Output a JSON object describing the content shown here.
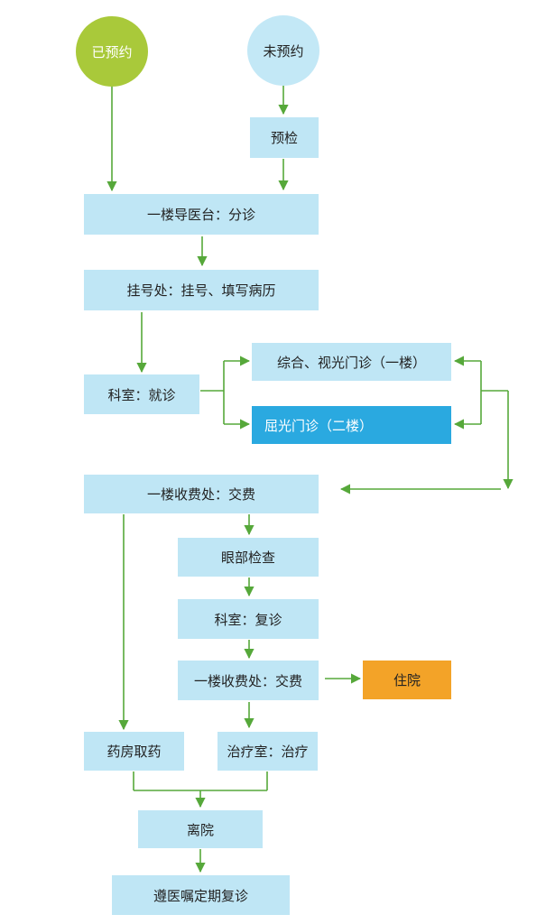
{
  "nodes": {
    "booked": "已预约",
    "not_booked": "未预约",
    "precheck": "预检",
    "guide_desk": "一楼导医台：分诊",
    "registration": "挂号处：挂号、填写病历",
    "department_visit": "科室：就诊",
    "general_clinic": "综合、视光门诊（一楼）",
    "refraction_clinic": "屈光门诊（二楼）",
    "cashier_1": "一楼收费处：交费",
    "eye_exam": "眼部检查",
    "department_revisit": "科室：复诊",
    "cashier_2": "一楼收费处：交费",
    "hospitalization": "住院",
    "pharmacy": "药房取药",
    "treatment_room": "治疗室：治疗",
    "discharge": "离院",
    "follow_up": "遵医嘱定期复诊"
  },
  "colors": {
    "box": "#bfe6f5",
    "circle_booked": "#a9c93a",
    "circle_not_booked": "#c3e8f6",
    "highlight_box": "#2aa9e0",
    "hospitalization_box": "#f3a328",
    "connector": "#56a83a"
  }
}
